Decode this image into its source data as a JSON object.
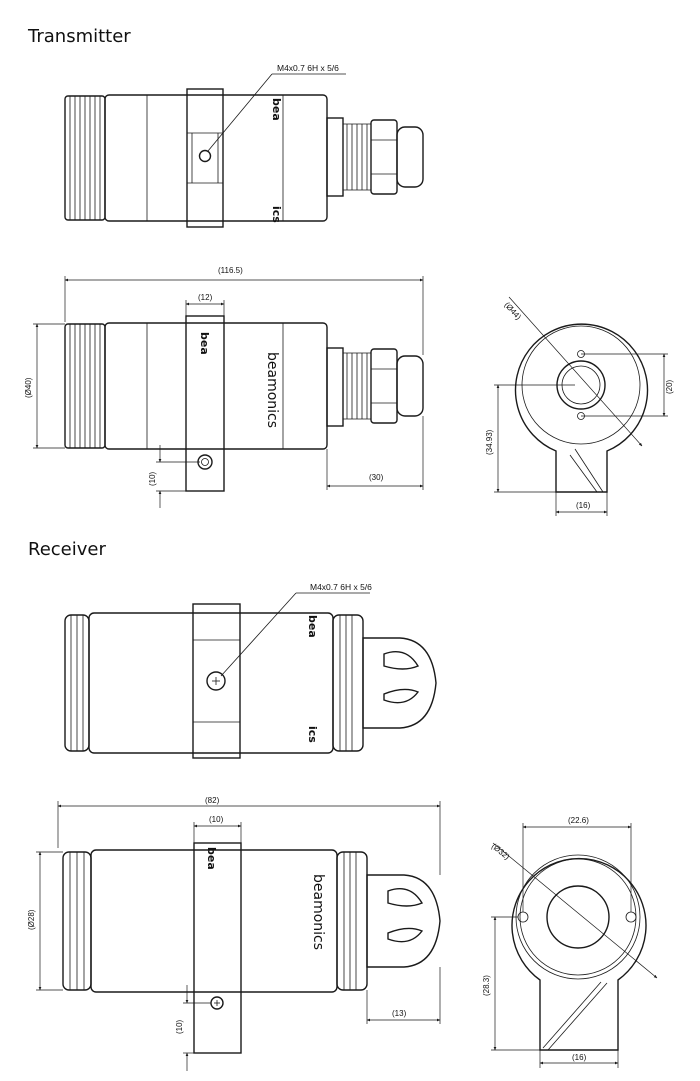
{
  "sections": {
    "transmitter": {
      "title": "Transmitter"
    },
    "receiver": {
      "title": "Receiver"
    }
  },
  "transmitter": {
    "callout_thread": "M4x0.7 6H x 5/6",
    "dim_length": "(116.5)",
    "dim_bracket_width": "(12)",
    "dim_diameter": "(Ø40)",
    "dim_bracket_offset": "(10)",
    "dim_connector": "(30)",
    "dim_end_diameter": "(Ø44)",
    "dim_end_20": "(20)",
    "dim_end_height": "(34.93)",
    "dim_end_width": "(16)"
  },
  "receiver": {
    "callout_thread": "M4x0.7 6H x 5/6",
    "dim_length": "(82)",
    "dim_bracket_width": "(10)",
    "dim_diameter": "(Ø28)",
    "dim_bracket_offset": "(10)",
    "dim_connector": "(13)",
    "dim_end_diameter": "(Ø32)",
    "dim_end_width_top": "(22.6)",
    "dim_end_height": "(28.3)",
    "dim_end_width": "(16)"
  },
  "brand": {
    "name": "beamonics",
    "mark_top": "bea",
    "mark_bottom": "ics"
  }
}
